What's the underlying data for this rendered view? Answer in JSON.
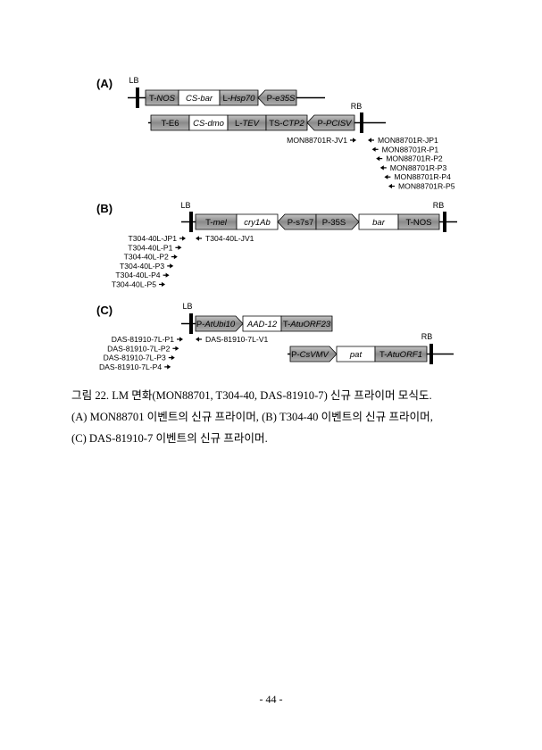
{
  "panels": [
    {
      "label": "(A)",
      "constructs": [
        {
          "id": "A1",
          "left_border": "LB",
          "right_border": "",
          "elements": [
            {
              "name": "T-",
              "italic": "NOS",
              "style": "dark",
              "shape": "rect"
            },
            {
              "name": "",
              "italic": "CS-bar",
              "style": "white",
              "shape": "rect"
            },
            {
              "name": "L-",
              "italic": "Hsp70",
              "style": "dark",
              "shape": "rect"
            },
            {
              "name": "P-",
              "italic": "e35S",
              "style": "dark",
              "shape": "arrow-left"
            }
          ]
        },
        {
          "id": "A2",
          "left_border": "",
          "right_border": "RB",
          "elements": [
            {
              "name": "T-E6",
              "italic": "",
              "style": "dark",
              "shape": "rect"
            },
            {
              "name": "",
              "italic": "CS-dmo",
              "style": "white",
              "shape": "rect"
            },
            {
              "name": "L-",
              "italic": "TEV",
              "style": "dark",
              "shape": "rect"
            },
            {
              "name": "TS-",
              "italic": "CTP2",
              "style": "dark",
              "shape": "rect"
            },
            {
              "name": "P-",
              "italic": "PCISV",
              "style": "dark",
              "shape": "arrow-left"
            }
          ]
        }
      ],
      "primers_left": [
        {
          "label": "MON88701R-JV1",
          "dir": "right"
        }
      ],
      "primers_right": [
        {
          "label": "MON88701R-JP1",
          "dir": "left"
        },
        {
          "label": "MON88701R-P1",
          "dir": "left"
        },
        {
          "label": "MON88701R-P2",
          "dir": "left"
        },
        {
          "label": "MON88701R-P3",
          "dir": "left"
        },
        {
          "label": "MON88701R-P4",
          "dir": "left"
        },
        {
          "label": "MON88701R-P5",
          "dir": "left"
        }
      ]
    },
    {
      "label": "(B)",
      "constructs": [
        {
          "id": "B1",
          "left_border": "LB",
          "right_border": "RB",
          "elements": [
            {
              "name": "T-",
              "italic": "mel",
              "style": "dark",
              "shape": "rect"
            },
            {
              "name": "",
              "italic": "cry1Ab",
              "style": "white",
              "shape": "rect"
            },
            {
              "name": "P-s7s7",
              "italic": "",
              "style": "dark",
              "shape": "arrow-left"
            },
            {
              "name": "P-35S",
              "italic": "",
              "style": "dark",
              "shape": "arrow-right"
            },
            {
              "name": "",
              "italic": "bar",
              "style": "white",
              "shape": "rect"
            },
            {
              "name": "T-NOS",
              "italic": "",
              "style": "dark",
              "shape": "rect"
            }
          ]
        }
      ],
      "primers_left": [
        {
          "label": "T304-40L-JP1",
          "dir": "right"
        },
        {
          "label": "T304-40L-P1",
          "dir": "right"
        },
        {
          "label": "T304-40L-P2",
          "dir": "right"
        },
        {
          "label": "T304-40L-P3",
          "dir": "right"
        },
        {
          "label": "T304-40L-P4",
          "dir": "right"
        },
        {
          "label": "T304-40L-P5",
          "dir": "right"
        }
      ],
      "primers_right": [
        {
          "label": "T304-40L-JV1",
          "dir": "left"
        }
      ]
    },
    {
      "label": "(C)",
      "constructs": [
        {
          "id": "C1",
          "left_border": "LB",
          "right_border": "",
          "elements": [
            {
              "name": "P-",
              "italic": "AtUbi10",
              "style": "dark",
              "shape": "arrow-right"
            },
            {
              "name": "",
              "italic": "AAD-12",
              "style": "white",
              "shape": "rect"
            },
            {
              "name": "T-",
              "italic": "AtuORF23",
              "style": "dark",
              "shape": "rect"
            }
          ]
        },
        {
          "id": "C2",
          "left_border": "",
          "right_border": "RB",
          "elements": [
            {
              "name": "P-",
              "italic": "CsVMV",
              "style": "dark",
              "shape": "arrow-right"
            },
            {
              "name": "",
              "italic": "pat",
              "style": "white",
              "shape": "rect"
            },
            {
              "name": "T-",
              "italic": "AtuORF1",
              "style": "dark",
              "shape": "rect"
            }
          ]
        }
      ],
      "primers_left": [
        {
          "label": "DAS-81910-7L-P1",
          "dir": "right"
        },
        {
          "label": "DAS-81910-7L-P2",
          "dir": "right"
        },
        {
          "label": "DAS-81910-7L-P3",
          "dir": "right"
        },
        {
          "label": "DAS-81910-7L-P4",
          "dir": "right"
        }
      ],
      "primers_right": [
        {
          "label": "DAS-81910-7L-V1",
          "dir": "left"
        }
      ]
    }
  ],
  "caption": {
    "line1": "그림 22. LM 면화(MON88701, T304-40, DAS-81910-7) 신규 프라이머 모식도.",
    "line2": "(A) MON88701 이벤트의 신규 프라이머, (B) T304-40 이벤트의 신규 프라이머,",
    "line3": "(C) DAS-81910-7 이벤트의 신규 프라이머."
  },
  "page_number": "- 44 -",
  "colors": {
    "dark_fill": "#8c8c8c",
    "dark_fill_light": "#bdbdbd",
    "white_fill": "#ffffff",
    "border_bar": "#000000",
    "line": "#000000"
  }
}
